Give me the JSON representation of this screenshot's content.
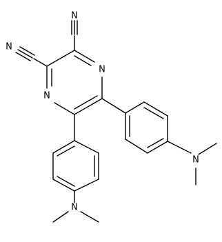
{
  "molecule": {
    "atoms": {
      "n_pyrazine_top": "N",
      "n_pyrazine_left": "N",
      "n_nitrile_top": "N",
      "n_nitrile_left": "N",
      "n_amine_right": "N",
      "n_amine_bottom": "N"
    }
  },
  "colors": {
    "bond": "#000000",
    "label": "#000000",
    "background": "#ffffff"
  }
}
